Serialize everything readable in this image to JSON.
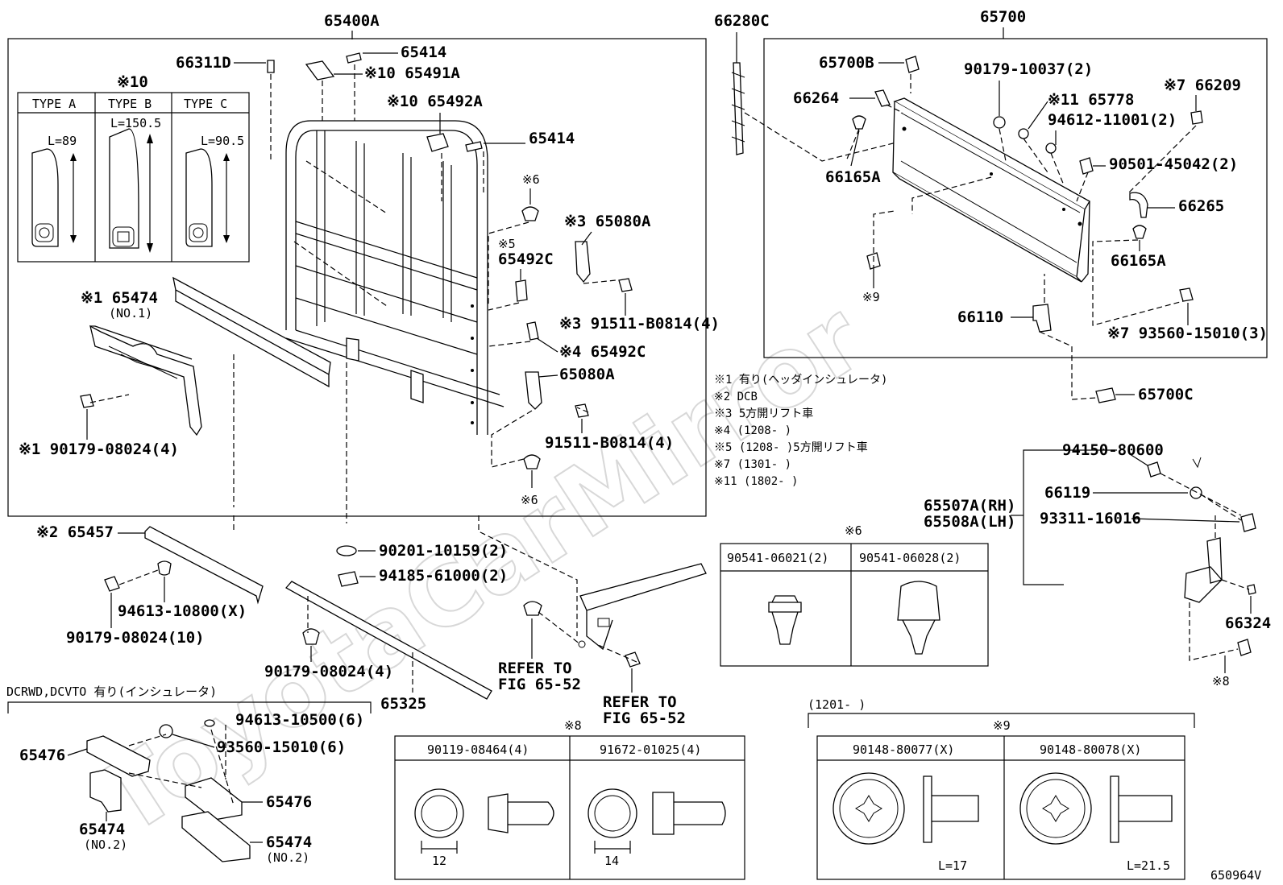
{
  "diagram_id": "650964V",
  "watermark": "ToyotaCarMirror",
  "main_groups": {
    "headboard": "65400A",
    "tailgate": "65700",
    "chain": "66280C"
  },
  "headboard_labels": {
    "l_66311D": "66311D",
    "l_65414_top": "65414",
    "l_65491A": "※10 65491A",
    "l_65492A": "※10 65492A",
    "l_65414_mid": "65414",
    "type_ref": "※10",
    "type_a": "TYPE A",
    "type_b": "TYPE B",
    "type_c": "TYPE C",
    "len_a": "L=89",
    "len_b": "L=150.5",
    "len_c": "L=90.5",
    "l_65474_1": "※1 65474",
    "l_65474_1_sub": "(NO.1)",
    "l_90179_4": "※1 90179-08024(4)",
    "mark6_top": "※6",
    "l_65492C_5": "※5",
    "l_65492C": "65492C",
    "l_65080A_3": "※3 65080A",
    "l_91511_3": "※3 91511-B0814(4)",
    "l_65492C_4": "※4 65492C",
    "l_65080A": "65080A",
    "l_91511": "91511-B0814(4)",
    "mark6_bot": "※6"
  },
  "lower_labels": {
    "l_65457": "※2 65457",
    "l_94613_X": "94613-10800(X)",
    "l_90179_10": "90179-08024(10)",
    "l_90201": "90201-10159(2)",
    "l_94185": "94185-61000(2)",
    "l_90179_4b": "90179-08024(4)",
    "l_65325": "65325",
    "refer1": "REFER TO",
    "refer1b": "FIG 65-52",
    "refer2": "REFER TO",
    "refer2b": "FIG 65-52"
  },
  "tailgate_labels": {
    "l_65700B": "65700B",
    "l_90179_2": "90179-10037(2)",
    "l_66209": "※7 66209",
    "l_66264": "66264",
    "l_65778": "※11 65778",
    "l_94612": "94612-11001(2)",
    "l_66165A_a": "66165A",
    "l_90501": "90501-45042(2)",
    "l_66265": "66265",
    "l_66165A_b": "66165A",
    "mark9": "※9",
    "l_66110": "66110",
    "l_93560_3": "※7 93560-15010(3)",
    "l_65700C": "65700C"
  },
  "notes": [
    "※1  有り(ヘッダインシュレータ)",
    "※2  DCB",
    "※3  5方開リフト車",
    "※4  (1208-      )",
    "※5  (1208-      )5方開リフト車",
    "※7  (1301-      )",
    "※11 (1802-      )"
  ],
  "hinge_labels": {
    "l_94150": "94150-80600",
    "l_66119": "66119",
    "l_65507A": "65507A(RH)",
    "l_65508A": "65508A(LH)",
    "l_93311": "93311-16016",
    "l_66324": "66324",
    "mark8": "※8"
  },
  "table6": {
    "title": "※6",
    "col1": "90541-06021(2)",
    "col2": "90541-06028(2)"
  },
  "table8": {
    "title": "※8",
    "col1": "90119-08464(4)",
    "col2": "91672-01025(4)",
    "dim1": "12",
    "dim2": "14"
  },
  "table9": {
    "range": "(1201-      )",
    "title": "※9",
    "col1": "90148-80077(X)",
    "col2": "90148-80078(X)",
    "dim1": "L=17",
    "dim2": "L=21.5"
  },
  "insulator": {
    "header": "DCRWD,DCVTO 有り(インシュレータ)",
    "l_65476_a": "65476",
    "l_94613_6": "94613-10500(6)",
    "l_93560_6": "93560-15010(6)",
    "l_65476_b": "65476",
    "l_65474_a": "65474",
    "l_65474_a_sub": "(NO.2)",
    "l_65474_b": "65474",
    "l_65474_b_sub": "(NO.2)"
  }
}
